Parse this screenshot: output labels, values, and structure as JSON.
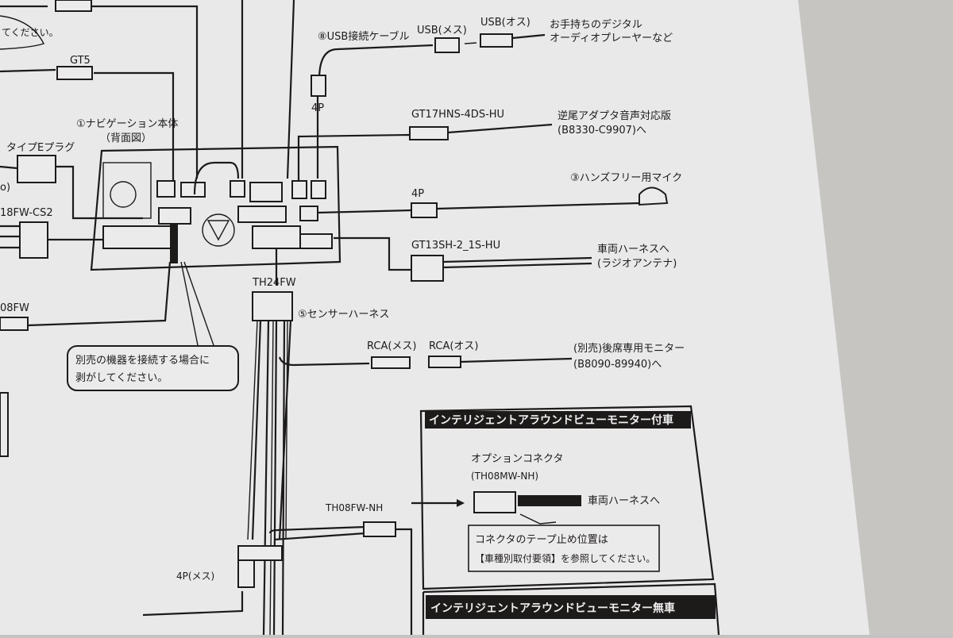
{
  "diagram": {
    "title_nav_unit": "①ナビゲーション本体",
    "title_nav_unit_sub": "（背面図）",
    "left_labels": {
      "note_partial": "てください。",
      "gt5": "GT5",
      "type_e_plug": "タイプEプラグ",
      "paren": "o)",
      "cs2": "18FW-CS2",
      "fw08": "08FW"
    },
    "usb": {
      "cable_label": "⑧USB接続ケーブル",
      "female": "USB(メス)",
      "male": "USB(オス)",
      "device_line1": "お手持ちのデジタル",
      "device_line2": "オーディオプレーヤーなど",
      "connector": "4P"
    },
    "gt17": {
      "code": "GT17HNS-4DS-HU",
      "target_line1": "逆尾アダプタ音声対応版",
      "target_line2": "(B8330-C9907)へ"
    },
    "mic": {
      "label": "③ハンズフリー用マイク",
      "connector": "4P"
    },
    "gt13": {
      "code": "GT13SH-2_1S-HU",
      "target_line1": "車両ハーネスへ",
      "target_line2": "(ラジオアンテナ)"
    },
    "sensor": {
      "connector": "TH24FW",
      "label": "⑤センサーハーネス",
      "rca_female": "RCA(メス)",
      "rca_male": "RCA(オス)",
      "monitor_line1": "(別売)後席専用モニター",
      "monitor_line2": "(B8090-89940)へ",
      "th08": "TH08FW-NH",
      "four_p_female": "4P(メス)"
    },
    "callout": {
      "line1": "別売の機器を接続する場合に",
      "line2": "剥がしてください。"
    },
    "box_with": {
      "header": "インテリジェントアラウンドビューモニター付車",
      "option_connector": "オプションコネクタ",
      "option_code": "(TH08MW-NH)",
      "target": "車両ハーネスへ",
      "note_line1": "コネクタのテープ止め位置は",
      "note_line2": "【車種別取付要領】を参照してください。"
    },
    "box_without": {
      "header": "インテリジェントアラウンドビューモニター無車"
    }
  }
}
